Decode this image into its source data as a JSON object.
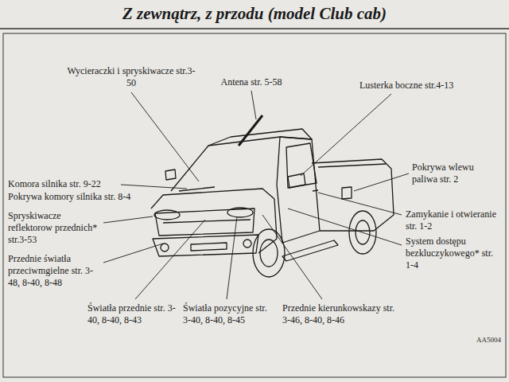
{
  "diagram": {
    "title": "Z zewnątrz, z przodu (model Club cab)",
    "labels": [
      "Wycieraczki i spryskiwacze str.3-50",
      "Antena str. 5-58",
      "Lusterka boczne str.4-13",
      "Komora silnika str. 9-22",
      "Pokrywa komory silnika str. 8-4",
      "Pokrywa wlewu paliwa str. 2",
      "Zamykanie i otwieranie str. 1-2",
      "System dostępu bezkluczykowego* str. 1-4",
      "Spryskiwacze reflektorow przednich* str.3-53",
      "Przednie światła przeciwmgielne str. 3-48, 8-40, 8-48",
      "Światła przednie str. 3-40, 8-40, 8-43",
      "Światła pozycyjne str. 3-40, 8-40, 8-45",
      "Przednie kierunkowskazy str. 3-46, 8-40, 8-46",
      "AA5004"
    ]
  }
}
